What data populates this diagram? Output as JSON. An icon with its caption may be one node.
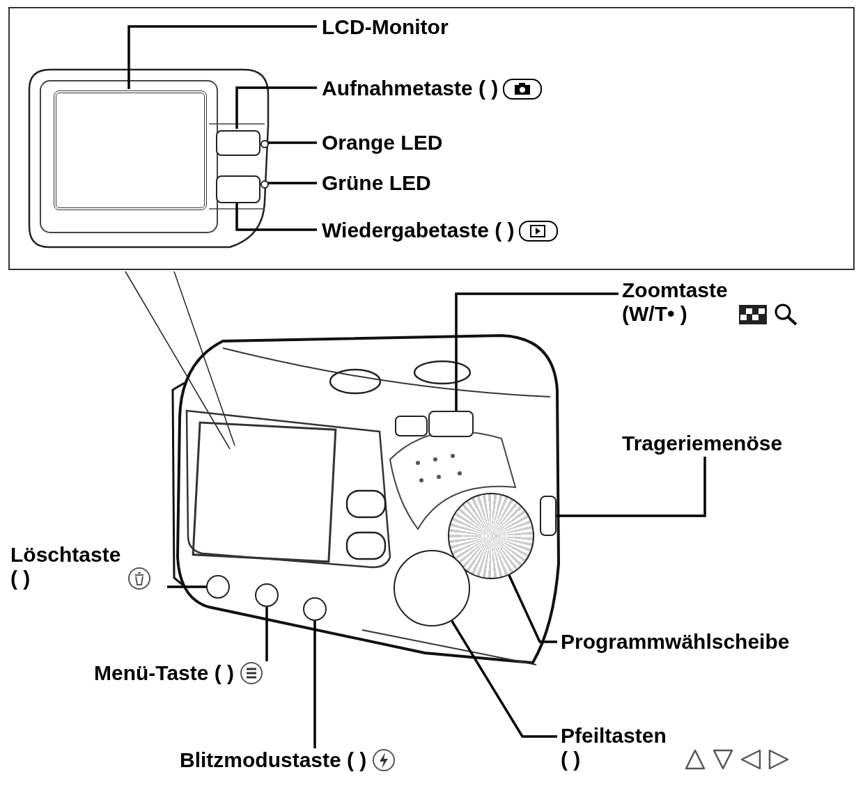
{
  "diagram": {
    "nodes": [
      {
        "text": [],
        "shape": "box"
      },
      {
        "text": [
          "LCD-Monitor"
        ],
        "in": 0
      },
      {
        "text": [
          "Aufnahmetaste ( )"
        ],
        "in": 0
      },
      {
        "text": [
          "Orange LED"
        ],
        "in": 0
      },
      {
        "text": [
          "Grüne LED"
        ],
        "in": 0
      },
      {
        "text": [
          "Wiedergabetaste ( )"
        ],
        "in": 0
      },
      {
        "text": [],
        "shape": "box",
        "in": 0
      },
      {
        "text": [],
        "shape": "box",
        "in": 0
      },
      {
        "text": [],
        "shape": "circle",
        "in": 0
      },
      {
        "text": [],
        "shape": "circle",
        "in": 0
      },
      {
        "text": [],
        "shape": "box",
        "in": 0
      },
      {
        "text": [
          "Zoomtaste (W/T• )"
        ]
      },
      {
        "text": [
          "Trageriemenöse"
        ]
      },
      {
        "text": [
          "Löschtaste ( )"
        ]
      },
      {
        "text": [
          "Programmwählscheibe"
        ]
      },
      {
        "text": [
          "Menü-Taste ( )"
        ]
      },
      {
        "text": [
          "Pfeiltasten ( )"
        ]
      },
      {
        "text": [
          "Blitzmodustaste ( )"
        ]
      },
      {
        "text": [],
        "shape": "box"
      },
      {
        "text": [],
        "shape": "box"
      },
      {
        "text": [],
        "shape": "circle"
      },
      {
        "text": [],
        "shape": "circle"
      },
      {
        "text": [],
        "shape": "circle"
      },
      {
        "text": [],
        "shape": "circle"
      },
      {
        "text": [],
        "shape": "circle"
      }
    ],
    "edges": [
      {
        "from": 1,
        "to": 6,
        "arrow": "none"
      },
      {
        "from": 2,
        "to": 7,
        "arrow": "none"
      },
      {
        "from": 3,
        "to": 8,
        "arrow": "none"
      },
      {
        "from": 4,
        "to": 9,
        "arrow": "none"
      },
      {
        "from": 5,
        "to": 10,
        "arrow": "none"
      },
      {
        "from": 11,
        "to": 18,
        "arrow": "none"
      },
      {
        "from": 12,
        "to": 19,
        "arrow": "none"
      },
      {
        "from": 13,
        "to": 20,
        "arrow": "none"
      },
      {
        "from": 14,
        "to": 23,
        "arrow": "none"
      },
      {
        "from": 15,
        "to": 21,
        "arrow": "none"
      },
      {
        "from": 16,
        "to": 24,
        "arrow": "none"
      },
      {
        "from": 17,
        "to": 22,
        "arrow": "none"
      }
    ]
  }
}
